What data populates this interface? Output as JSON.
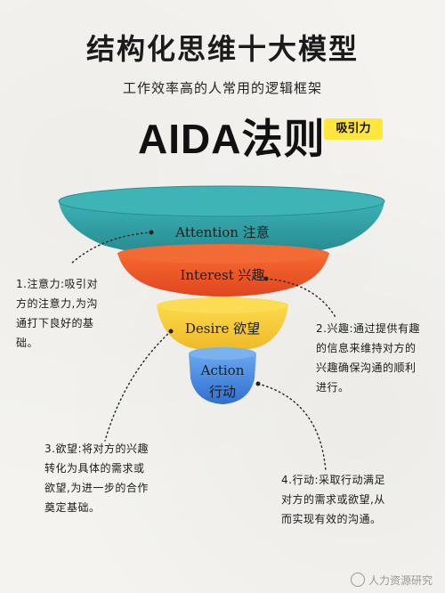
{
  "header": {
    "title": "结构化思维十大模型",
    "subtitle": "工作效率高的人常用的逻辑框架",
    "model_name": "AIDA法则",
    "tag": "吸引力"
  },
  "funnel": {
    "stages": [
      {
        "label": "Attention 注意",
        "color": "#2f9ea3"
      },
      {
        "label": "Interest 兴趣",
        "color": "#ef5a2a"
      },
      {
        "label": "Desire 欲望",
        "color": "#f6cf38"
      },
      {
        "label_line1": "Action",
        "label_line2": "行动",
        "color": "#4f8fe0"
      }
    ]
  },
  "notes": {
    "n1": [
      "1.注意力:吸引对",
      "方的注意力,为沟",
      "通打下良好的基",
      "础。"
    ],
    "n2": [
      "2.兴趣:通过提供有趣",
      "的信息来维持对方的",
      "兴趣确保沟通的顺利",
      "进行。"
    ],
    "n3": [
      "3.欲望:将对方的兴趣",
      "转化为具体的需求或",
      "欲望,为进一步的合作",
      "奠定基础。"
    ],
    "n4": [
      "4.行动:采取行动满足",
      "对方的需求或欲望,从",
      "而实现有效的沟通。"
    ]
  },
  "watermark": "人力资源研究"
}
